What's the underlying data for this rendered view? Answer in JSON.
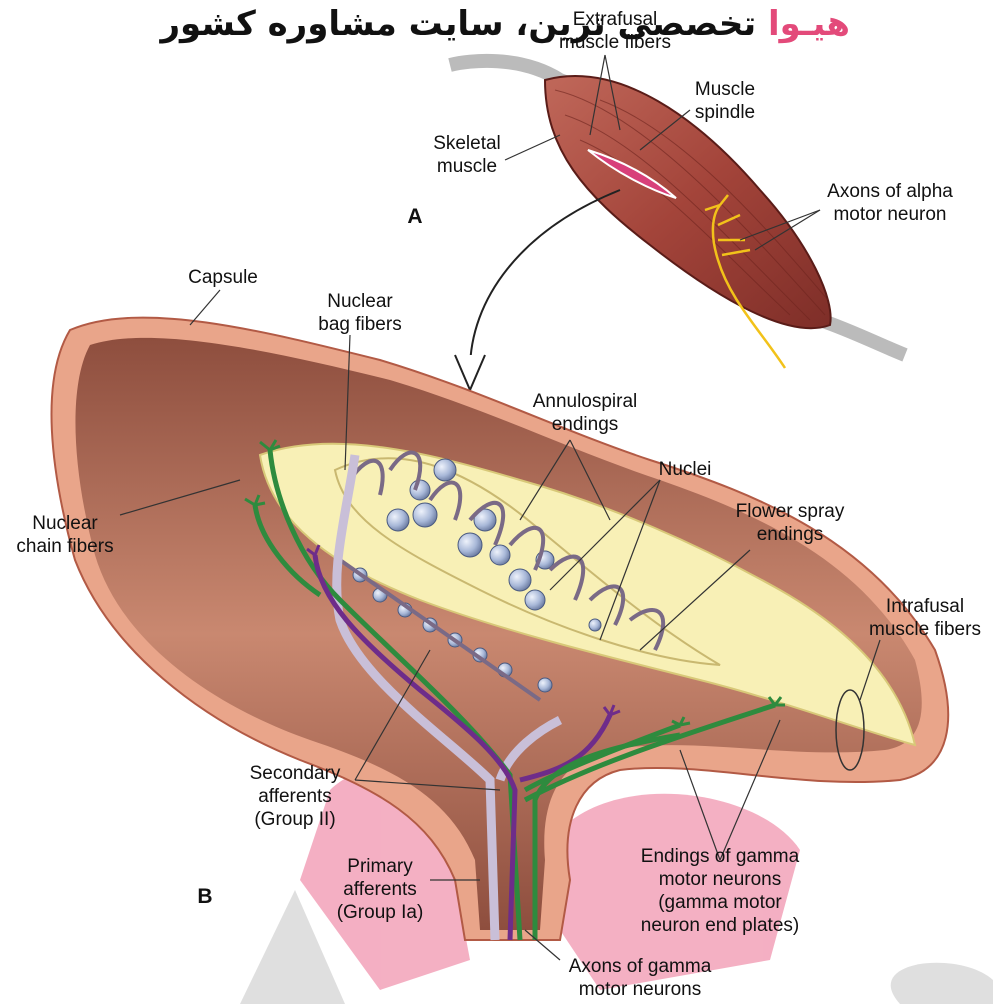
{
  "watermark": {
    "brand": "هیـوا",
    "text": " تخصصی ترین، سایت مشاوره کشور"
  },
  "panel_a": {
    "tag": "A",
    "labels": {
      "extrafusal": "Extrafusal\nmuscle fibers",
      "muscle_spindle": "Muscle\nspindle",
      "skeletal_muscle": "Skeletal\nmuscle",
      "alpha_axons": "Axons of alpha\nmotor neuron"
    }
  },
  "panel_b": {
    "tag": "B",
    "labels": {
      "capsule": "Capsule",
      "nuclear_bag": "Nuclear\nbag fibers",
      "annulospiral": "Annulospiral\nendings",
      "nuclei": "Nuclei",
      "flower_spray": "Flower spray\nendings",
      "nuclear_chain": "Nuclear\nchain fibers",
      "intrafusal": "Intrafusal\nmuscle fibers",
      "secondary_afferents": "Secondary\nafferents\n(Group II)",
      "primary_afferents": "Primary\nafferents\n(Group Ia)",
      "gamma_endings": "Endings of gamma\nmotor neurons\n(gamma motor\nneuron end plates)",
      "gamma_axons": "Axons of gamma\nmotor neurons"
    }
  },
  "colors": {
    "capsule_outer": "#e9a58a",
    "capsule_inner": "#b9705a",
    "intrafusal_fill": "#f8f0b6",
    "muscle": "#a3443a",
    "primary_afferent": "#c9bfd8",
    "secondary_afferent": "#2e8b3e",
    "gamma_motor": "#6e2c8a",
    "alpha_axon": "#f2c21a",
    "nuclei": "#a8b8d8",
    "watermark_pink": "#f0a0b8"
  }
}
